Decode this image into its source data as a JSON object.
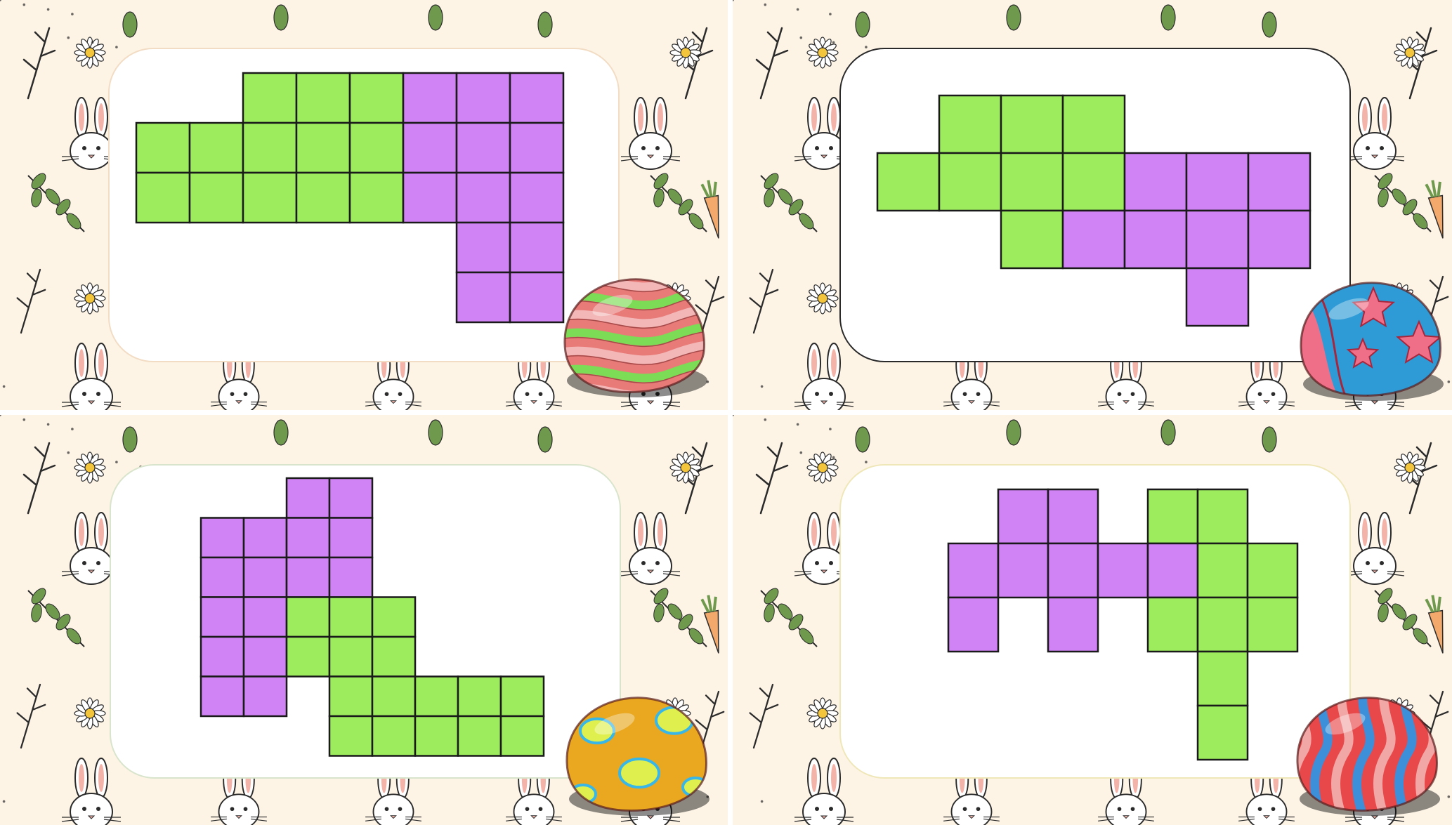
{
  "cards": [
    {
      "name": "card-top-left",
      "border_color": "#f2dcc4",
      "egg": {
        "name": "striped-egg-icon",
        "base": "#e87a78",
        "accent": "#7ddc55",
        "accent2": "#f3b7b7",
        "pattern": "waves"
      },
      "squares": [
        {
          "c": 2,
          "r": 0,
          "color": "green"
        },
        {
          "c": 3,
          "r": 0,
          "color": "green"
        },
        {
          "c": 4,
          "r": 0,
          "color": "green"
        },
        {
          "c": 5,
          "r": 0,
          "color": "purple"
        },
        {
          "c": 6,
          "r": 0,
          "color": "purple"
        },
        {
          "c": 7,
          "r": 0,
          "color": "purple"
        },
        {
          "c": 0,
          "r": 1,
          "color": "green"
        },
        {
          "c": 1,
          "r": 1,
          "color": "green"
        },
        {
          "c": 2,
          "r": 1,
          "color": "green"
        },
        {
          "c": 3,
          "r": 1,
          "color": "green"
        },
        {
          "c": 4,
          "r": 1,
          "color": "green"
        },
        {
          "c": 5,
          "r": 1,
          "color": "purple"
        },
        {
          "c": 6,
          "r": 1,
          "color": "purple"
        },
        {
          "c": 7,
          "r": 1,
          "color": "purple"
        },
        {
          "c": 0,
          "r": 2,
          "color": "green"
        },
        {
          "c": 1,
          "r": 2,
          "color": "green"
        },
        {
          "c": 2,
          "r": 2,
          "color": "green"
        },
        {
          "c": 3,
          "r": 2,
          "color": "green"
        },
        {
          "c": 4,
          "r": 2,
          "color": "green"
        },
        {
          "c": 5,
          "r": 2,
          "color": "purple"
        },
        {
          "c": 6,
          "r": 2,
          "color": "purple"
        },
        {
          "c": 7,
          "r": 2,
          "color": "purple"
        },
        {
          "c": 6,
          "r": 3,
          "color": "purple"
        },
        {
          "c": 7,
          "r": 3,
          "color": "purple"
        },
        {
          "c": 6,
          "r": 4,
          "color": "purple"
        },
        {
          "c": 7,
          "r": 4,
          "color": "purple"
        }
      ]
    },
    {
      "name": "card-top-right",
      "border_color": "#2a2a2a",
      "egg": {
        "name": "star-egg-icon",
        "base": "#2e9bd6",
        "accent": "#f06f88",
        "accent2": "#e85a73",
        "pattern": "stars"
      },
      "squares": [
        {
          "c": 1,
          "r": 0,
          "color": "green"
        },
        {
          "c": 2,
          "r": 0,
          "color": "green"
        },
        {
          "c": 3,
          "r": 0,
          "color": "green"
        },
        {
          "c": 0,
          "r": 1,
          "color": "green"
        },
        {
          "c": 1,
          "r": 1,
          "color": "green"
        },
        {
          "c": 2,
          "r": 1,
          "color": "green"
        },
        {
          "c": 3,
          "r": 1,
          "color": "green"
        },
        {
          "c": 4,
          "r": 1,
          "color": "purple"
        },
        {
          "c": 5,
          "r": 1,
          "color": "purple"
        },
        {
          "c": 6,
          "r": 1,
          "color": "purple"
        },
        {
          "c": 2,
          "r": 2,
          "color": "green"
        },
        {
          "c": 3,
          "r": 2,
          "color": "purple"
        },
        {
          "c": 4,
          "r": 2,
          "color": "purple"
        },
        {
          "c": 5,
          "r": 2,
          "color": "purple"
        },
        {
          "c": 6,
          "r": 2,
          "color": "purple"
        },
        {
          "c": 5,
          "r": 3,
          "color": "purple"
        }
      ]
    },
    {
      "name": "card-bottom-left",
      "border_color": "#d8e4cc",
      "egg": {
        "name": "dotted-egg-icon",
        "base": "#e9a820",
        "accent": "#dff04e",
        "accent2": "#39b6e8",
        "pattern": "dots"
      },
      "squares": [
        {
          "c": 2,
          "r": 0,
          "color": "purple"
        },
        {
          "c": 3,
          "r": 0,
          "color": "purple"
        },
        {
          "c": 0,
          "r": 1,
          "color": "purple"
        },
        {
          "c": 1,
          "r": 1,
          "color": "purple"
        },
        {
          "c": 2,
          "r": 1,
          "color": "purple"
        },
        {
          "c": 3,
          "r": 1,
          "color": "purple"
        },
        {
          "c": 0,
          "r": 2,
          "color": "purple"
        },
        {
          "c": 1,
          "r": 2,
          "color": "purple"
        },
        {
          "c": 2,
          "r": 2,
          "color": "purple"
        },
        {
          "c": 3,
          "r": 2,
          "color": "purple"
        },
        {
          "c": 0,
          "r": 3,
          "color": "purple"
        },
        {
          "c": 1,
          "r": 3,
          "color": "purple"
        },
        {
          "c": 2,
          "r": 3,
          "color": "green"
        },
        {
          "c": 3,
          "r": 3,
          "color": "green"
        },
        {
          "c": 4,
          "r": 3,
          "color": "green"
        },
        {
          "c": 0,
          "r": 4,
          "color": "purple"
        },
        {
          "c": 1,
          "r": 4,
          "color": "purple"
        },
        {
          "c": 2,
          "r": 4,
          "color": "green"
        },
        {
          "c": 3,
          "r": 4,
          "color": "green"
        },
        {
          "c": 4,
          "r": 4,
          "color": "green"
        },
        {
          "c": 0,
          "r": 5,
          "color": "purple"
        },
        {
          "c": 1,
          "r": 5,
          "color": "purple"
        },
        {
          "c": 3,
          "r": 5,
          "color": "green"
        },
        {
          "c": 4,
          "r": 5,
          "color": "green"
        },
        {
          "c": 5,
          "r": 5,
          "color": "green"
        },
        {
          "c": 6,
          "r": 5,
          "color": "green"
        },
        {
          "c": 7,
          "r": 5,
          "color": "green"
        },
        {
          "c": 3,
          "r": 6,
          "color": "green"
        },
        {
          "c": 4,
          "r": 6,
          "color": "green"
        },
        {
          "c": 5,
          "r": 6,
          "color": "green"
        },
        {
          "c": 6,
          "r": 6,
          "color": "green"
        },
        {
          "c": 7,
          "r": 6,
          "color": "green"
        }
      ]
    },
    {
      "name": "card-bottom-right",
      "border_color": "#efe7b8",
      "egg": {
        "name": "wavy-egg-icon",
        "base": "#e8484a",
        "accent": "#3c8fd8",
        "accent2": "#f2a7a7",
        "pattern": "vwaves"
      },
      "squares": [
        {
          "c": 1,
          "r": 0,
          "color": "purple"
        },
        {
          "c": 2,
          "r": 0,
          "color": "purple"
        },
        {
          "c": 4,
          "r": 0,
          "color": "green"
        },
        {
          "c": 5,
          "r": 0,
          "color": "green"
        },
        {
          "c": 0,
          "r": 1,
          "color": "purple"
        },
        {
          "c": 1,
          "r": 1,
          "color": "purple"
        },
        {
          "c": 2,
          "r": 1,
          "color": "purple"
        },
        {
          "c": 3,
          "r": 1,
          "color": "purple"
        },
        {
          "c": 4,
          "r": 1,
          "color": "purple"
        },
        {
          "c": 5,
          "r": 1,
          "color": "green"
        },
        {
          "c": 6,
          "r": 1,
          "color": "green"
        },
        {
          "c": 0,
          "r": 2,
          "color": "purple"
        },
        {
          "c": 2,
          "r": 2,
          "color": "purple"
        },
        {
          "c": 4,
          "r": 2,
          "color": "green"
        },
        {
          "c": 5,
          "r": 2,
          "color": "green"
        },
        {
          "c": 6,
          "r": 2,
          "color": "green"
        },
        {
          "c": 5,
          "r": 3,
          "color": "green"
        },
        {
          "c": 5,
          "r": 4,
          "color": "green"
        }
      ]
    }
  ],
  "colors": {
    "green": "#9cec5e",
    "purple": "#d083f4",
    "outline": "#1a1a1a",
    "background": "#fdf4e6",
    "doodle_line": "#2b2b2b",
    "leaf": "#6f9a4d",
    "daisy_center": "#f2c53d",
    "ear_pink": "#f4b3a8",
    "carrot": "#f3a96b"
  }
}
